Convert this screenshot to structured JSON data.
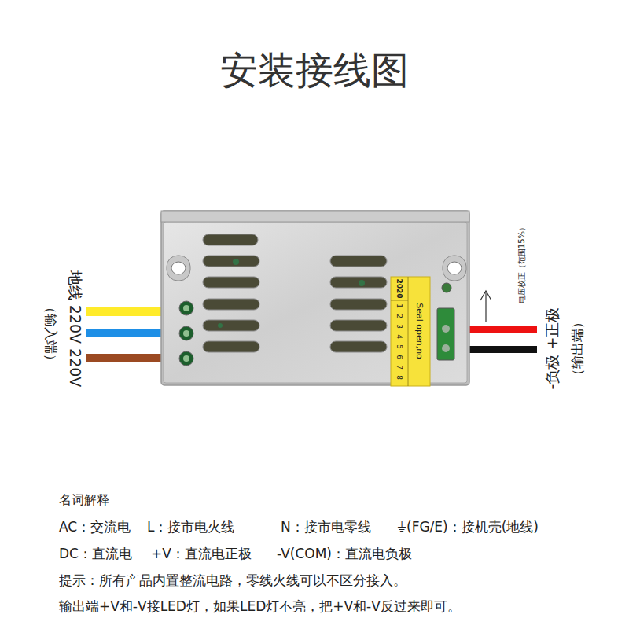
{
  "diagram": {
    "title": "安装接线图",
    "labels": [
      "地线 220V 220V",
      "（输入端）",
      "2020",
      "Seal open,no",
      "1",
      "2",
      "3",
      "4",
      "5",
      "6",
      "7",
      "8",
      "电压校正（范围15%）",
      "-负极 +正极",
      "（输出端）",
      "名词解释",
      "AC：交流电",
      "L：接市电火线",
      "N：接市电零线",
      "⏚(FG/E)：接机壳(地线)",
      "DC：直流电",
      "+V：直流电正极",
      "-V(COM)：直流电负极",
      "提示：所有产品内置整流电路，零线火线可以不区分接入。",
      "输出端+V和-V接LED灯，如果LED灯不亮，把+V和-V反过来即可。"
    ]
  }
}
